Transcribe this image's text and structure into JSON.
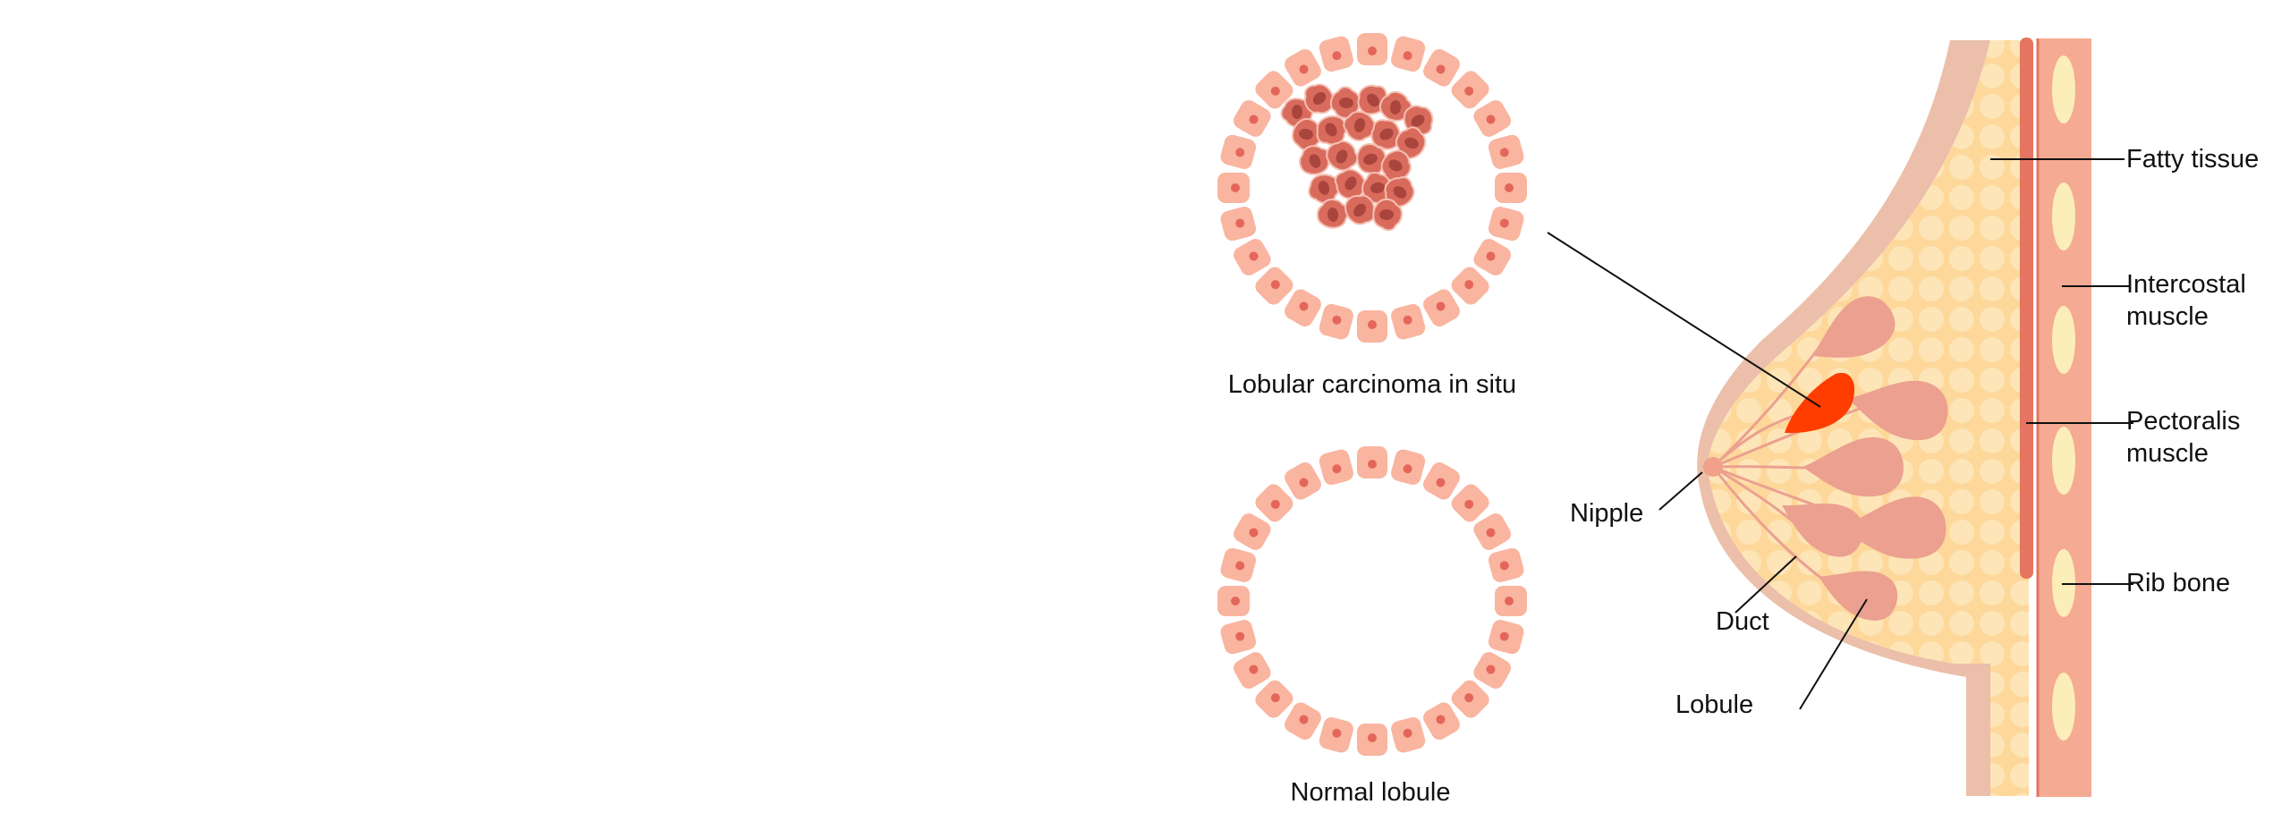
{
  "diagram": {
    "labels": {
      "lcis": "Lobular carcinoma in situ",
      "normal": "Normal lobule",
      "fatty": "Fatty tissue",
      "intercostal": "Intercostal muscle",
      "pectoralis": "Pectoralis muscle",
      "rib": "Rib bone",
      "nipple": "Nipple",
      "duct": "Duct",
      "lobule": "Lobule"
    },
    "colors": {
      "cell_fill": "#f9b5a0",
      "cell_nucleus": "#e4665a",
      "cancer_cell": "#d96b5d",
      "cancer_nucleus": "#a9453d",
      "tumor": "#ff3d00",
      "fatty_bg": "#fdd89a",
      "fat_cell": "#fde5b8",
      "skin": "#ebbfa9",
      "lobule_fill": "#eba090",
      "muscle": "#f5aa93",
      "muscle_line": "#e57460",
      "rib": "#fbeeb9"
    }
  }
}
